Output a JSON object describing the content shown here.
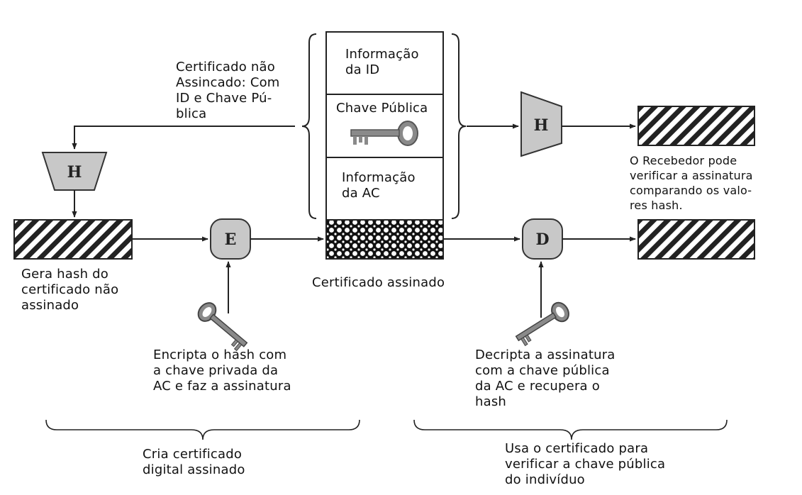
{
  "certificate": {
    "id_info": "Informação\nda ID",
    "public_key": "Chave Pública",
    "ca_info": "Informação\nda AC"
  },
  "nodes": {
    "hash_left": "H",
    "hash_right": "H",
    "encrypt": "E",
    "decrypt": "D"
  },
  "labels": {
    "unsigned_cert": "Certificado não\nAssincado: Com\nID e Chave Pú-\nblica",
    "gen_hash": "Gera hash do\ncertificado não\nassinado",
    "signed_cert": "Certificado assinado",
    "encrypt_desc": "Encripta o hash com\na chave privada da\nAC e faz a assinatura",
    "decrypt_desc": "Decripta a assinatura\ncom a chave pública\nda AC e recupera o\nhash",
    "receiver_desc": "O Recebedor pode\nverificar a assinatura\ncomparando os valo-\nres hash.",
    "create_group": "Cria certificado\ndigital assinado",
    "verify_group": "Usa o certificado para\nverificar a chave pública\ndo indivíduo"
  }
}
